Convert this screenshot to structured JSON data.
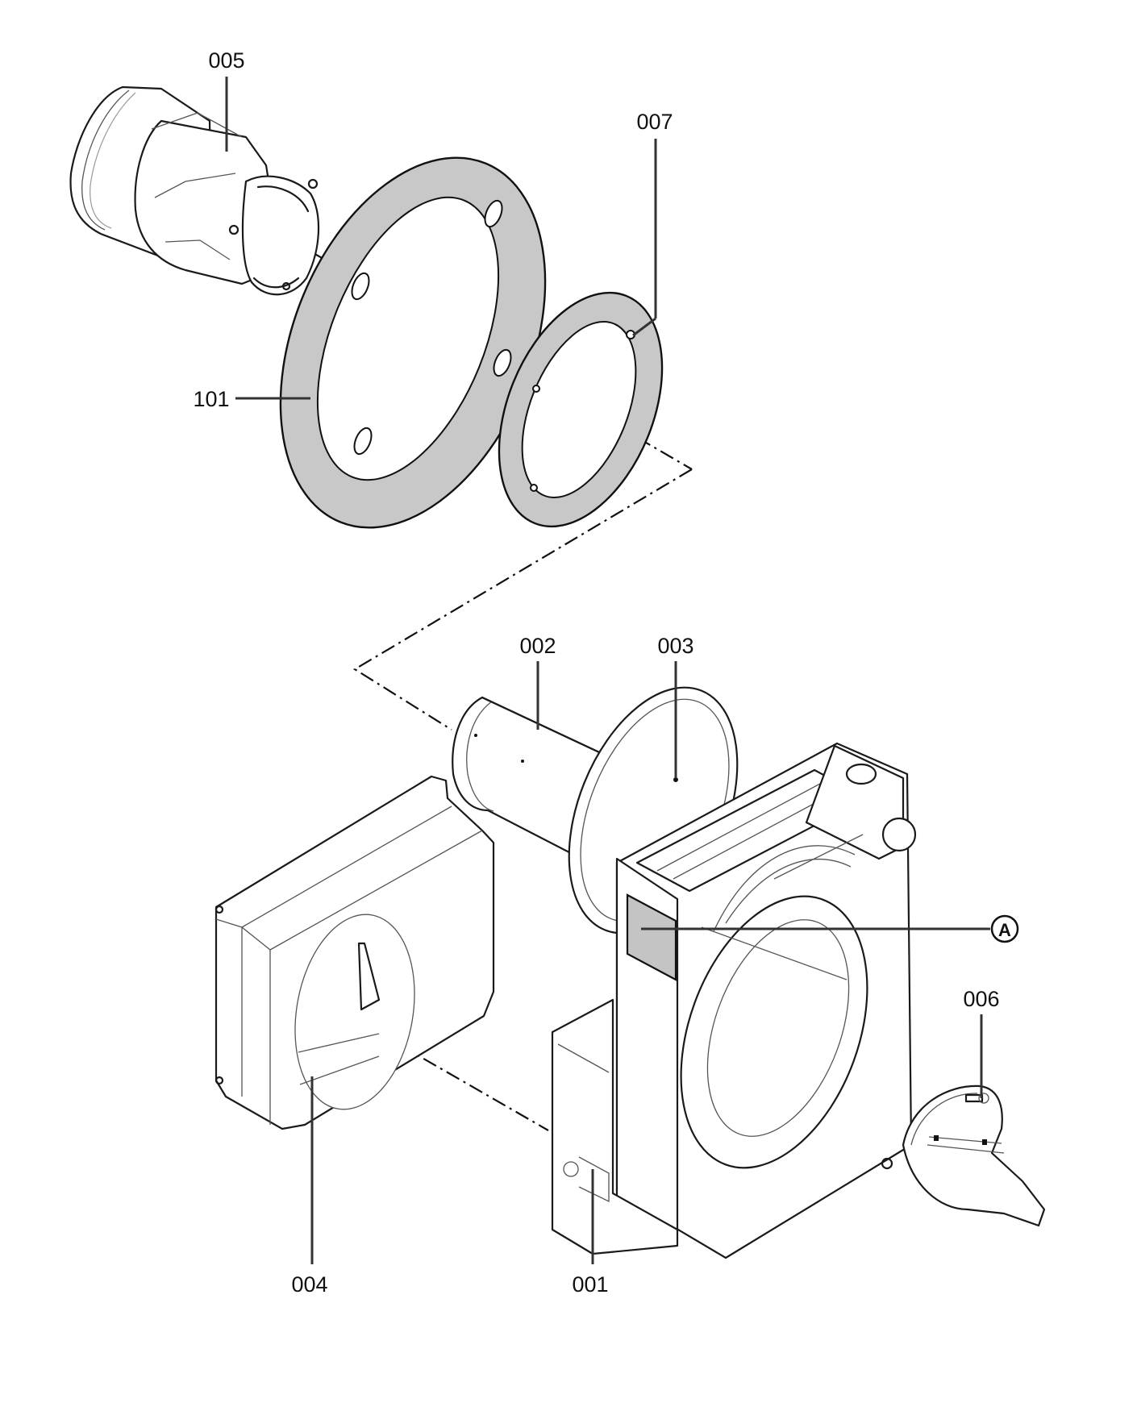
{
  "diagram": {
    "type": "exploded-parts-view",
    "callouts": [
      {
        "id": "005",
        "label": "005"
      },
      {
        "id": "007",
        "label": "007"
      },
      {
        "id": "101",
        "label": "101"
      },
      {
        "id": "002",
        "label": "002"
      },
      {
        "id": "003",
        "label": "003"
      },
      {
        "id": "A",
        "label": "A"
      },
      {
        "id": "006",
        "label": "006"
      },
      {
        "id": "004",
        "label": "004"
      },
      {
        "id": "001",
        "label": "001"
      }
    ],
    "colors": {
      "line": "#111111",
      "gasket_fill": "#c8c8c8",
      "label_panel_fill": "#c4c4c4",
      "background": "#ffffff"
    }
  }
}
